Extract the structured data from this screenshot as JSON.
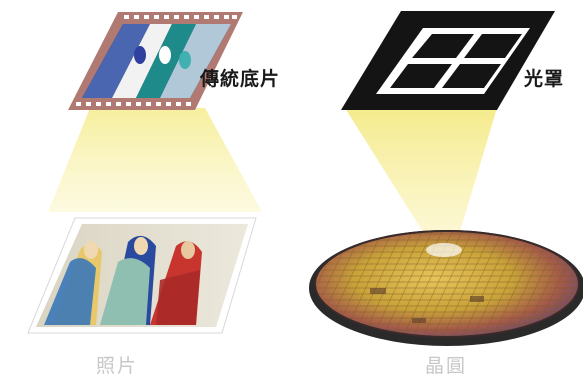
{
  "labels": {
    "film": "傳統底片",
    "mask": "光罩",
    "photo": "照片",
    "wafer": "晶圓"
  },
  "colors": {
    "film_frame": "#b07a72",
    "light_beam": "#fbf3a6",
    "mask_frame": "#141414",
    "wafer_gold": "#c9a33a",
    "wafer_rim": "#2a2a2a"
  }
}
